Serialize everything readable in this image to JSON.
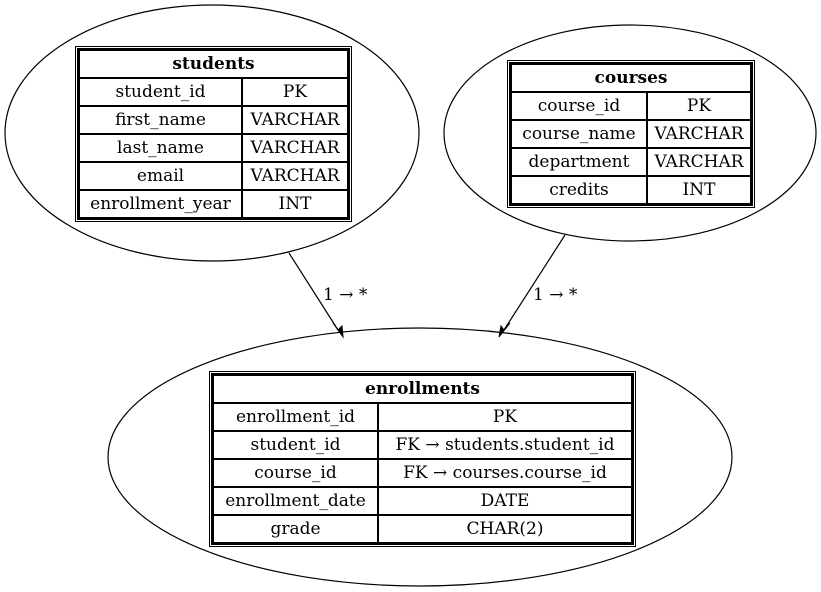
{
  "entities": {
    "students": {
      "name": "students",
      "columns": [
        {
          "name": "student_id",
          "type": "PK"
        },
        {
          "name": "first_name",
          "type": "VARCHAR"
        },
        {
          "name": "last_name",
          "type": "VARCHAR"
        },
        {
          "name": "email",
          "type": "VARCHAR"
        },
        {
          "name": "enrollment_year",
          "type": "INT"
        }
      ]
    },
    "courses": {
      "name": "courses",
      "columns": [
        {
          "name": "course_id",
          "type": "PK"
        },
        {
          "name": "course_name",
          "type": "VARCHAR"
        },
        {
          "name": "department",
          "type": "VARCHAR"
        },
        {
          "name": "credits",
          "type": "INT"
        }
      ]
    },
    "enrollments": {
      "name": "enrollments",
      "columns": [
        {
          "name": "enrollment_id",
          "type": "PK"
        },
        {
          "name": "student_id",
          "type": "FK → students.student_id"
        },
        {
          "name": "course_id",
          "type": "FK → courses.course_id"
        },
        {
          "name": "enrollment_date",
          "type": "DATE"
        },
        {
          "name": "grade",
          "type": "CHAR(2)"
        }
      ]
    }
  },
  "relationships": [
    {
      "from": "students",
      "to": "enrollments",
      "label": "1 → *"
    },
    {
      "from": "courses",
      "to": "enrollments",
      "label": "1 → *"
    }
  ]
}
